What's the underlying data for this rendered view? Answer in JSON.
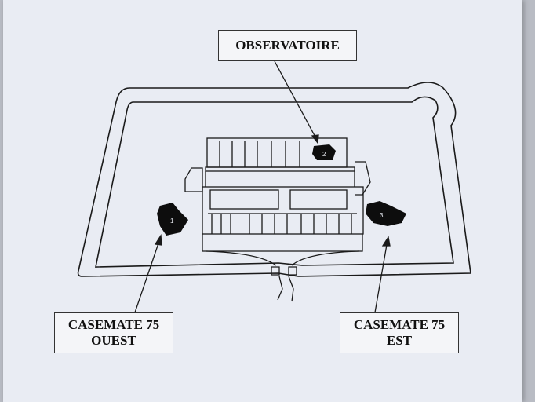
{
  "labels": {
    "observatoire": "OBSERVATOIRE",
    "casemate_ouest_line1": "CASEMATE 75",
    "casemate_ouest_line2": "OUEST",
    "casemate_est_line1": "CASEMATE 75",
    "casemate_est_line2": "EST"
  },
  "markers": {
    "ouest": "1",
    "observatoire": "2",
    "est": "3"
  },
  "colors": {
    "paper": "#e9ecf3",
    "ink": "#1a1a1a",
    "casemate_fill": "#0d0d0d"
  }
}
